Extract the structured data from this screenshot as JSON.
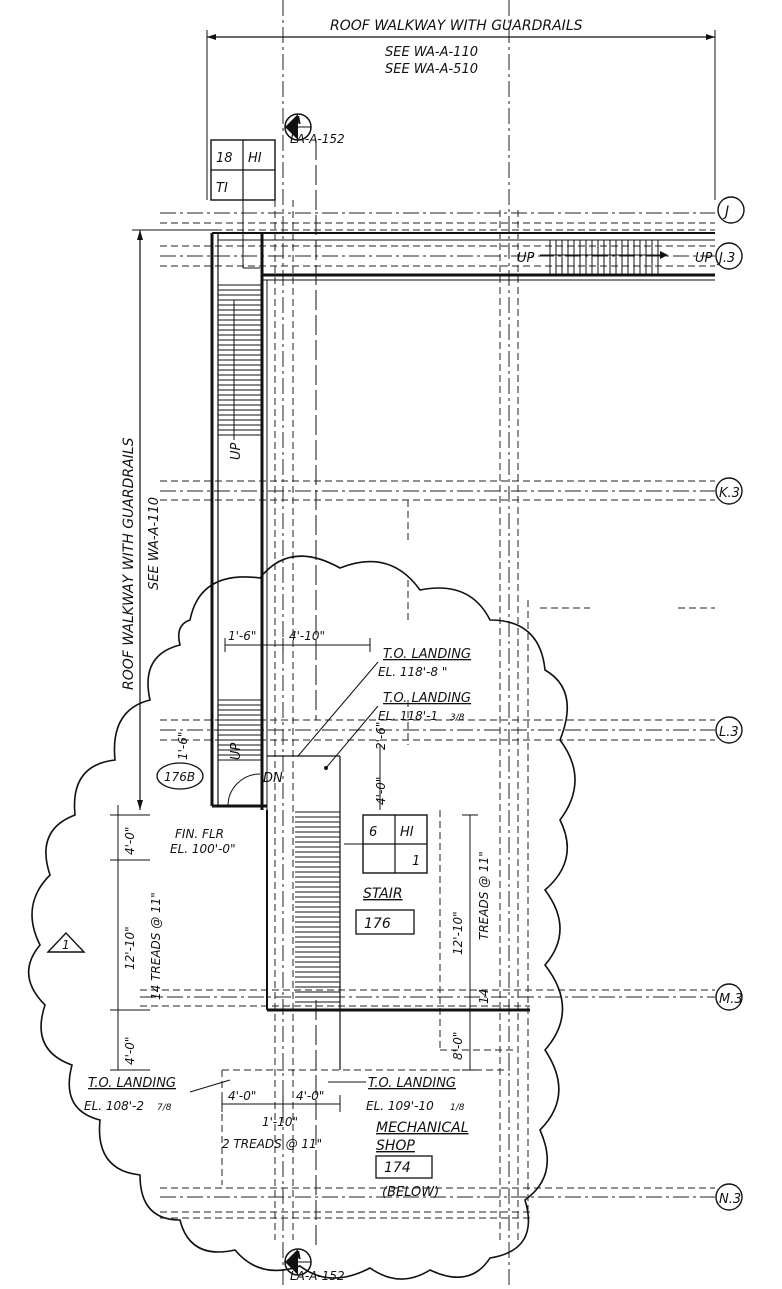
{
  "top_walkway": {
    "title": "ROOF WALKWAY WITH GUARDRAILS",
    "ref1": "SEE WA-A-110",
    "ref2": "SEE WA-A-510"
  },
  "side_walkway": {
    "title": "ROOF WALKWAY WITH GUARDRAILS",
    "ref": "SEE WA-A-110"
  },
  "section_top": {
    "letter": "A",
    "sheet": "LA-A-152"
  },
  "section_bottom": {
    "letter": "A",
    "sheet": "LA-A-152"
  },
  "grid_bubbles": [
    "J",
    "J.3",
    "K.3",
    "L.3",
    "M.3",
    "N.3"
  ],
  "tag_upper": {
    "c1": "18",
    "c2": "HI",
    "c3": "TI",
    "c4": ""
  },
  "tag_stair": {
    "c1": "6",
    "c2": "HI",
    "c3": "",
    "c4": "1"
  },
  "up_labels": [
    "UP",
    "UP",
    "UP",
    "UP"
  ],
  "dn_label": "DN",
  "door_tag": "176B",
  "revision": "1",
  "dimensions": {
    "d1": "1'-6\"",
    "d2": "4'-10\"",
    "d3": "2'-6\"",
    "d4": "4'-0\"",
    "d5": "1'-6\"",
    "d6": "4'-0\"",
    "d7": "12'-10\"",
    "d8": "14  TREADS @ 11\"",
    "d9": "4'-0\"",
    "d10": "12'-10\"",
    "d11": "TREADS @ 11\"",
    "d12": "14",
    "d13": "8'-0\"",
    "d14": "4'-0\"",
    "d15": "4'-0\"",
    "d16": "1'-10\"",
    "d17": "2 TREADS @ 11\""
  },
  "notes": {
    "landing1": "T.O. LANDING",
    "landing1_el": "EL. 118'-8 \"",
    "landing2": "T.O. LANDING",
    "landing2_el": "EL. 118'-1",
    "fin_flr": "FIN. FLR",
    "fin_flr_el": "EL. 100'-0\"",
    "landing3": "T.O. LANDING",
    "landing3_el": "EL. 108'-2",
    "landing4": "T.O. LANDING",
    "landing4_el": "EL. 109'-10",
    "landing_frac2": "3/8",
    "landing_frac3": "7/8",
    "landing_frac4": "1/8"
  },
  "rooms": {
    "stair_name": "STAIR",
    "stair_num": "176",
    "mech_name": "MECHANICAL",
    "mech_name2": "SHOP",
    "mech_num": "174",
    "mech_note": "(BELOW)"
  }
}
